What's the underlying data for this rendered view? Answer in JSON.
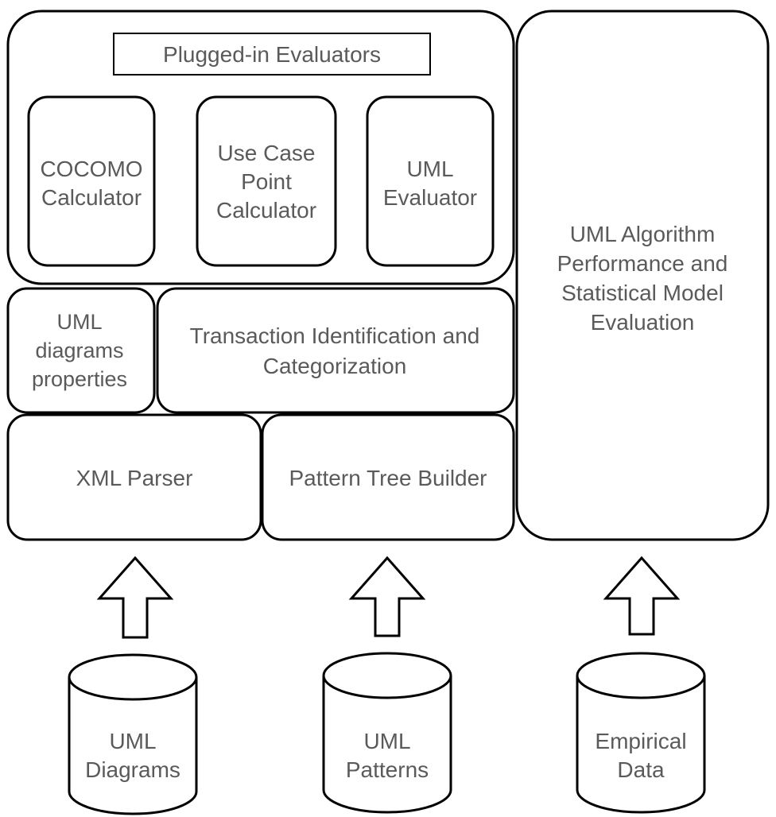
{
  "plugged_in": {
    "title": "Plugged-in Evaluators",
    "cocomo": [
      "COCOMO",
      "Calculator"
    ],
    "use_case": [
      "Use Case",
      "Point",
      "Calculator"
    ],
    "uml_eval": [
      "UML",
      "Evaluator"
    ]
  },
  "uml_properties": [
    "UML",
    "diagrams",
    "properties"
  ],
  "transaction": [
    "Transaction Identification and",
    "Categorization"
  ],
  "xml_parser": "XML Parser",
  "pattern_tree": "Pattern Tree Builder",
  "uml_algorithm": [
    "UML Algorithm",
    "Performance and",
    "Statistical Model",
    "Evaluation"
  ],
  "databases": {
    "uml_diagrams": [
      "UML",
      "Diagrams"
    ],
    "uml_patterns": [
      "UML",
      "Patterns"
    ],
    "empirical": [
      "Empirical",
      "Data"
    ]
  }
}
